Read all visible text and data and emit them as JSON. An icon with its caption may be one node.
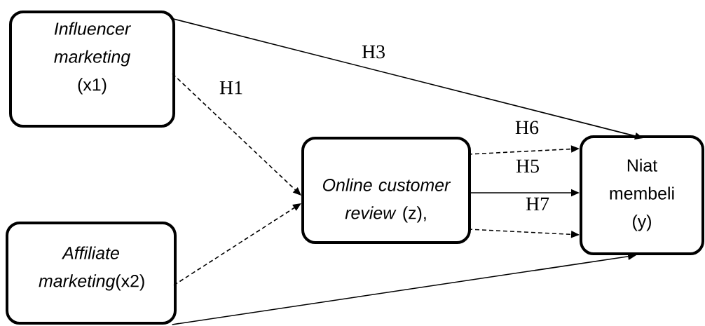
{
  "diagram": {
    "nodes": [
      {
        "text": [
          "*Influencer marketing* (x1)"
        ]
      },
      {
        "text": [
          "*Affiliate marketing*(x2)"
        ]
      },
      {
        "text": [
          "*Online customer review* (z),"
        ]
      },
      {
        "text": [
          "Niat membeli (y)"
        ]
      }
    ],
    "edges": [
      {
        "from": 0,
        "to": 3,
        "arrow": "to",
        "label": "H3"
      },
      {
        "from": 0,
        "to": 2,
        "arrow": "to",
        "label": "H1",
        "style": "dashed"
      },
      {
        "from": 1,
        "to": 2,
        "arrow": "to",
        "style": "dashed"
      },
      {
        "from": 1,
        "to": 3,
        "arrow": "to"
      },
      {
        "from": 2,
        "to": 3,
        "arrow": "to",
        "label": "H6",
        "style": "dashed"
      },
      {
        "from": 2,
        "to": 3,
        "arrow": "to",
        "label": "H5"
      },
      {
        "from": 2,
        "to": 3,
        "arrow": "to",
        "label": "H7",
        "style": "dashed"
      }
    ]
  }
}
